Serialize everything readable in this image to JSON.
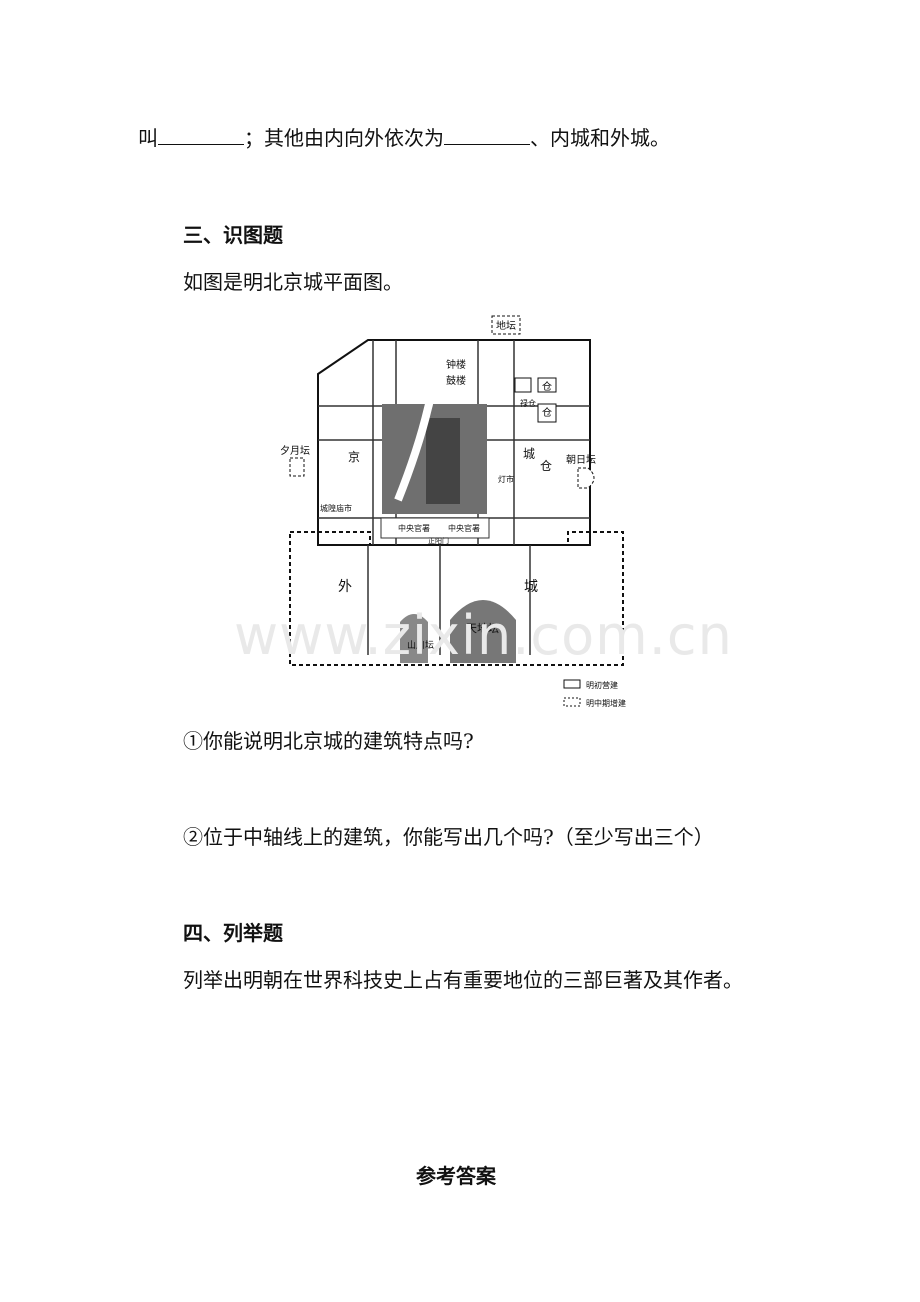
{
  "line1": {
    "start": "叫",
    "middle": "；其他由内向外依次为",
    "end": "、内城和外城。"
  },
  "section3": {
    "title": "三、识图题",
    "intro": "如图是明北京城平面图。"
  },
  "map": {
    "labels": {
      "ditan": "地坛",
      "zhonglou": "钟楼",
      "gulou": "鼓楼",
      "xiyuetan": "夕月坛",
      "chaoritan": "朝日坛",
      "jing": "京",
      "cheng": "城",
      "cang": "仓",
      "cang2": "仓",
      "cang3": "仓",
      "luncang": "禄仓",
      "dengshi": "灯市",
      "chenghuangmiao": "城隍庙市",
      "central_left": "中央官署",
      "central_right": "中央官署",
      "zhengyang": "正阳门",
      "wai": "外",
      "waicheng": "城",
      "shanchuan": "山川坛",
      "tiandi": "天地坛",
      "legend1": "明初营建",
      "legend2": "明中期增建"
    }
  },
  "questions": {
    "q1": "①你能说明北京城的建筑特点吗?",
    "q2": "②位于中轴线上的建筑，你能写出几个吗?（至少写出三个）"
  },
  "section4": {
    "title": "四、列举题",
    "text": "列举出明朝在世界科技史上占有重要地位的三部巨著及其作者。"
  },
  "answer_title": "参考答案",
  "watermark": "www.zixin.com.cn"
}
